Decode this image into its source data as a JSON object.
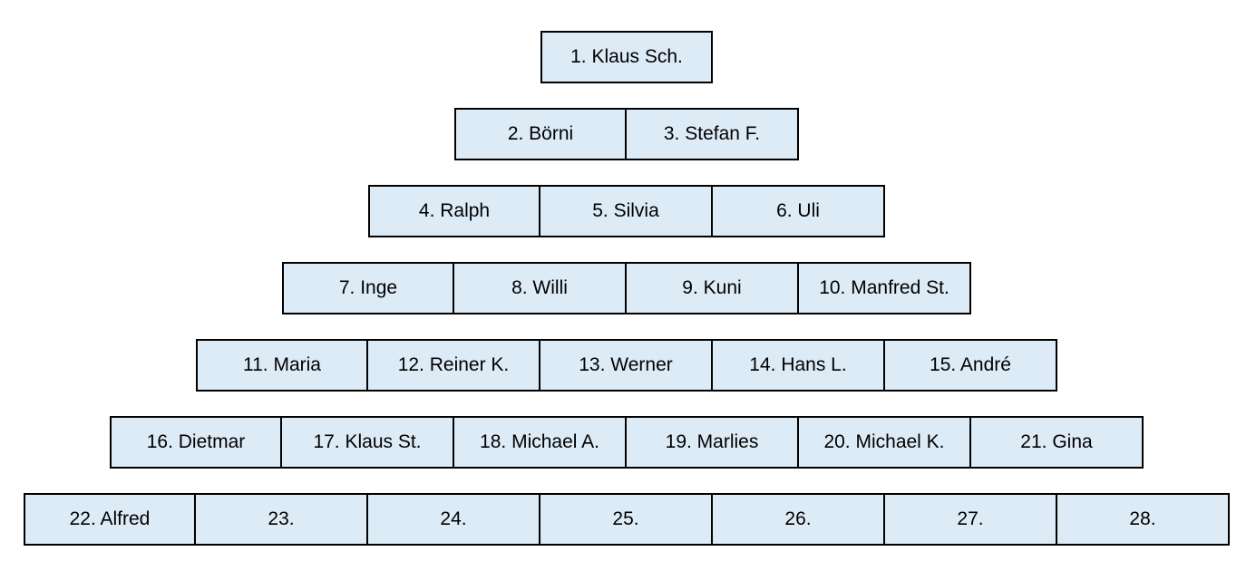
{
  "colors": {
    "cell_fill": "#ddebf7",
    "cell_border": "#000000",
    "text": "#000000"
  },
  "pyramid": {
    "rows": [
      [
        "1. Klaus Sch."
      ],
      [
        "2. Börni",
        "3. Stefan F."
      ],
      [
        "4. Ralph",
        "5. Silvia",
        "6. Uli"
      ],
      [
        "7. Inge",
        "8. Willi",
        "9. Kuni",
        "10. Manfred St."
      ],
      [
        "11. Maria",
        "12. Reiner K.",
        "13. Werner",
        "14. Hans L.",
        "15. André"
      ],
      [
        "16. Dietmar",
        "17. Klaus St.",
        "18. Michael A.",
        "19. Marlies",
        "20. Michael K.",
        "21. Gina"
      ],
      [
        "22. Alfred",
        "23.",
        "24.",
        "25.",
        "26.",
        "27.",
        "28."
      ]
    ]
  }
}
